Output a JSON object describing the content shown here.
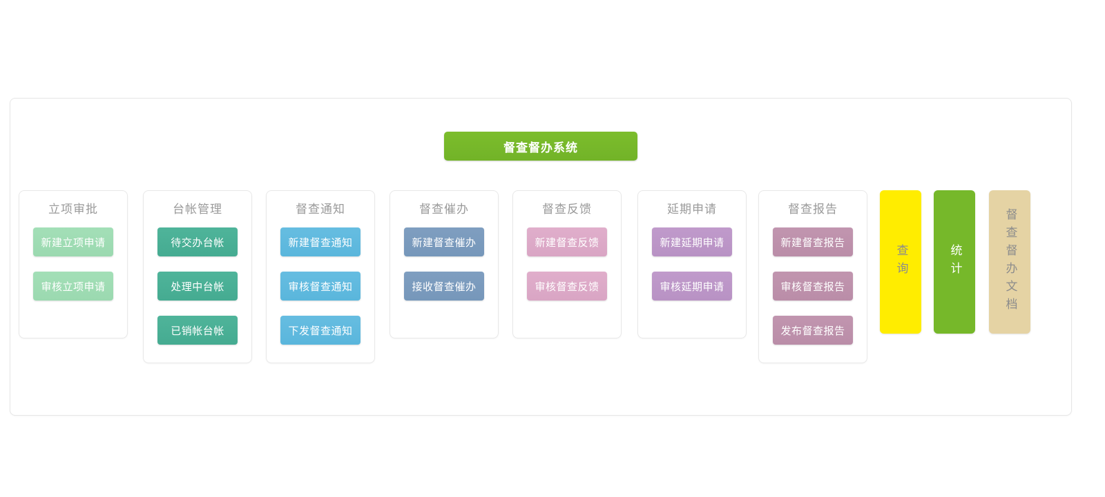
{
  "system": {
    "title": "督查督办系统"
  },
  "columns": [
    {
      "name": "approval",
      "title": "立项审批",
      "color": "#a3dfb7",
      "color_to": "#9bd9b0",
      "buttons": [
        "新建立项申请",
        "审核立项申请"
      ]
    },
    {
      "name": "ledger",
      "title": "台帐管理",
      "color": "#4fb49a",
      "color_to": "#45ab91",
      "buttons": [
        "待交办台帐",
        "处理中台帐",
        "已销帐台帐"
      ]
    },
    {
      "name": "notice",
      "title": "督查通知",
      "color": "#66bde1",
      "color_to": "#5ab6dc",
      "buttons": [
        "新建督查通知",
        "审核督查通知",
        "下发督查通知"
      ]
    },
    {
      "name": "urge",
      "title": "督查催办",
      "color": "#7f9ec0",
      "color_to": "#7697ba",
      "buttons": [
        "新建督查催办",
        "接收督查催办"
      ]
    },
    {
      "name": "feedback",
      "title": "督查反馈",
      "color": "#e0aecb",
      "color_to": "#d9a5c4",
      "buttons": [
        "新建督查反馈",
        "审核督查反馈"
      ]
    },
    {
      "name": "extension",
      "title": "延期申请",
      "color": "#c09acb",
      "color_to": "#b892c4",
      "buttons": [
        "新建延期申请",
        "审核延期申请"
      ]
    },
    {
      "name": "report",
      "title": "督查报告",
      "color": "#c195af",
      "color_to": "#ba8da8",
      "buttons": [
        "新建督查报告",
        "审核督查报告",
        "发布督查报告"
      ]
    }
  ],
  "side_boxes": [
    {
      "name": "query",
      "label": "查询",
      "bg": "#ffed00",
      "text_color": "#8c8c8c"
    },
    {
      "name": "statistics",
      "label": "统计",
      "bg": "#76b82a",
      "text_color": "#ffffff"
    },
    {
      "name": "documents",
      "label": "督查督办文档",
      "bg": "#e5d3a4",
      "text_color": "#8c8c8c"
    }
  ]
}
